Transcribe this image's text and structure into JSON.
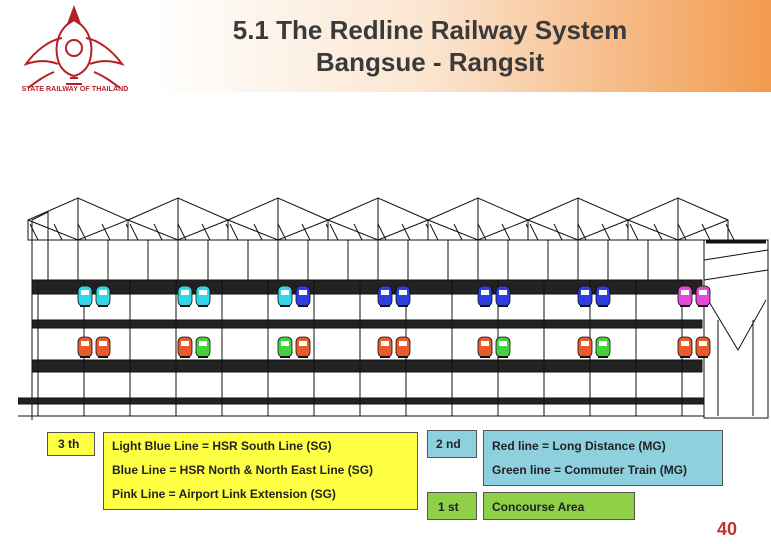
{
  "logo": {
    "caption": "STATE RAILWAY OF THAILAND"
  },
  "title": {
    "line1": "5.1 The Redline Railway System",
    "line2": "Bangsue - Rangsit"
  },
  "legend": {
    "level_3": {
      "tag": "3 th",
      "lines": [
        "Light Blue Line = HSR South Line (SG)",
        "Blue Line =  HSR North & North East Line (SG)",
        "Pink Line = Airport Link Extension (SG)"
      ]
    },
    "level_2": {
      "tag": "2 nd",
      "lines": [
        "Red line = Long Distance (MG)",
        "Green line = Commuter Train (MG)"
      ]
    },
    "level_1": {
      "tag": "1 st",
      "text": "Concourse Area"
    }
  },
  "colors": {
    "yellow": "#ffff44",
    "light_blue_line": "#33d6e6",
    "blue_line": "#2c3fe0",
    "pink_line": "#e14bd6",
    "red_line": "#ea5a2a",
    "green_line": "#44d040",
    "commuter_green": "#8ed048",
    "legend_blue": "#8fd0de",
    "page_number": "#c0322b"
  },
  "upper_trains": [
    "light-blue",
    "light-blue",
    "light-blue",
    "light-blue",
    "light-blue",
    "blue",
    "blue",
    "blue",
    "blue",
    "blue",
    "blue",
    "blue",
    "pink",
    "pink"
  ],
  "lower_trains": [
    "red",
    "red",
    "red",
    "green",
    "green",
    "red",
    "red",
    "red",
    "red",
    "green",
    "red",
    "green",
    "red",
    "red"
  ],
  "page_number": "40"
}
